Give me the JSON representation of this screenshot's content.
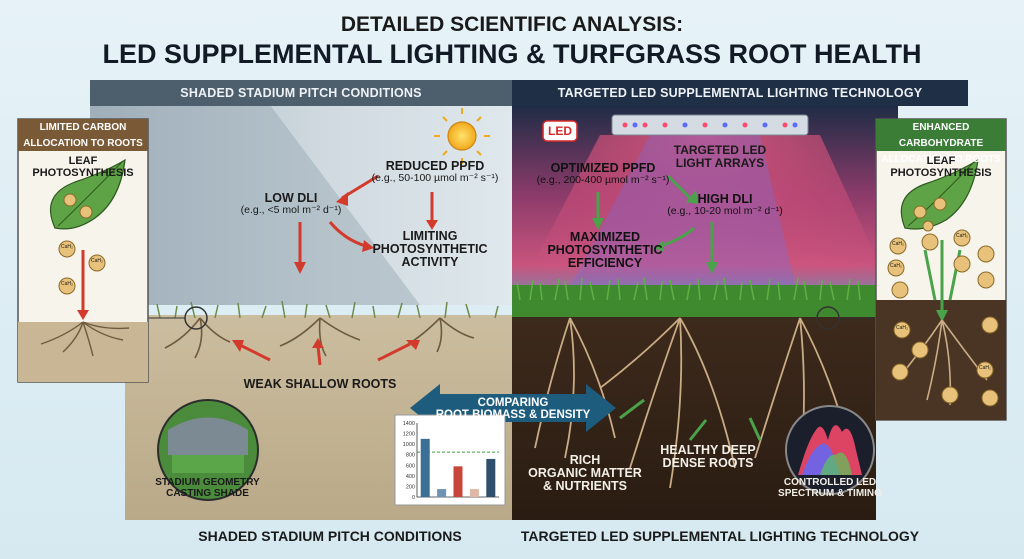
{
  "title": {
    "line1": "DETAILED SCIENTIFIC ANALYSIS:",
    "line2": "LED SUPPLEMENTAL LIGHTING & TURFGRASS ROOT HEALTH"
  },
  "left_panel": {
    "banner": "SHADED STADIUM PITCH CONDITIONS",
    "reduced_ppfd": "REDUCED PPFD",
    "reduced_ppfd_range": "(e.g., 50-100 µmol m⁻² s⁻¹)",
    "low_dli": "LOW DLI",
    "low_dli_range": "(e.g., <5 mol m⁻² d⁻¹)",
    "limiting_1": "LIMITING",
    "limiting_2": "PHOTOSYNTHETIC",
    "limiting_3": "ACTIVITY",
    "weak_roots": "WEAK SHALLOW ROOTS",
    "stadium_1": "STADIUM GEOMETRY",
    "stadium_2": "CASTING SHADE"
  },
  "right_panel": {
    "banner": "TARGETED LED SUPPLEMENTAL LIGHTING TECHNOLOGY",
    "led_badge": "LED",
    "arrays_1": "TARGETED LED",
    "arrays_2": "LIGHT ARRAYS",
    "optimized_ppfd": "OPTIMIZED PPFD",
    "optimized_ppfd_range": "(e.g., 200-400 µmol m⁻² s⁻¹)",
    "high_dli": "HIGH DLI",
    "high_dli_range": "(e.g., 10-20 mol m⁻² d⁻¹)",
    "max_1": "MAXIMIZED",
    "max_2": "PHOTOSYNTHETIC",
    "max_3": "EFFICIENCY",
    "rich_1": "RICH",
    "rich_2": "ORGANIC MATTER",
    "rich_3": "& NUTRIENTS",
    "healthy_1": "HEALTHY DEEP",
    "healthy_2": "DENSE ROOTS",
    "spectrum_1": "CONTROLLED LED",
    "spectrum_2": "SPECTRUM & TIMING"
  },
  "left_inset": {
    "header_1": "LIMITED CARBON",
    "header_2": "ALLOCATION TO ROOTS",
    "leaf_1": "LEAF",
    "leaf_2": "PHOTOSYNTHESIS",
    "molecule": "CaH₂"
  },
  "right_inset": {
    "header_1": "ENHANCED CARBOHYDRATE",
    "header_2": "ALLOCATION TO ROOTS",
    "leaf_1": "LEAF",
    "leaf_2": "PHOTOSYNTHESIS",
    "molecule": "CaH₂"
  },
  "comparison": {
    "line1": "COMPARING",
    "line2": "ROOT BIOMASS & DENSITY"
  },
  "bottom": {
    "left": "SHADED STADIUM PITCH CONDITIONS",
    "right": "TARGETED LED SUPPLEMENTAL LIGHTING TECHNOLOGY"
  },
  "chart_data": {
    "type": "bar",
    "ylim": [
      0,
      1400
    ],
    "yticks": [
      "0",
      "200",
      "400",
      "600",
      "800",
      "1000",
      "1200",
      "1400"
    ],
    "reference_line": 850,
    "values": [
      1100,
      150,
      580,
      150,
      720
    ],
    "colors": [
      "#3a6f96",
      "#6f93b3",
      "#c8453a",
      "#e0b8a8",
      "#2f4f6c"
    ]
  },
  "colors": {
    "left_banner": "#4d5e6d",
    "right_banner": "#1f2f45",
    "left_header": "#7a5a36",
    "right_header": "#3b7d37",
    "arrow_red": "#d23a2c",
    "arrow_green": "#4aa24a",
    "comparison_arrow": "#1e5c7e"
  }
}
